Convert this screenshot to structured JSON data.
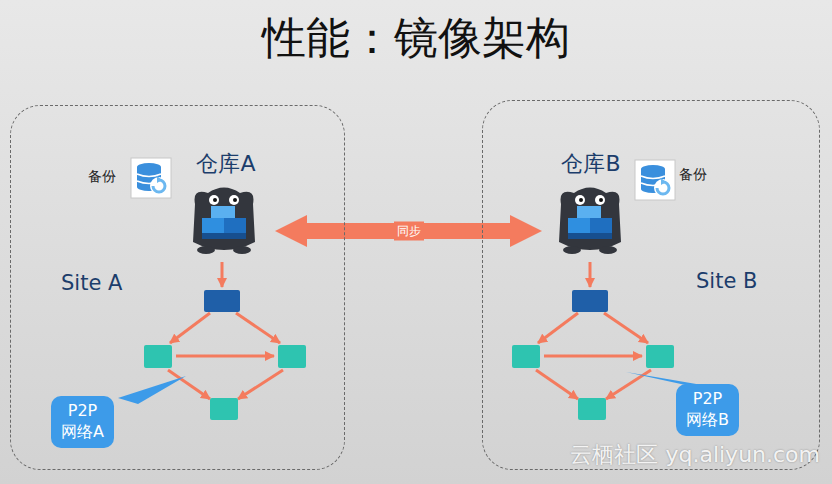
{
  "diagram": {
    "title": "性能：镜像架构",
    "nodes": [
      {
        "text": [
          "Site A"
        ]
      },
      {
        "text": [
          "仓库A"
        ],
        "in": 0
      },
      {
        "text": [
          "P2P 网络A"
        ],
        "in": 0
      },
      {
        "text": [
          "Site B"
        ]
      },
      {
        "text": [
          "仓库B"
        ],
        "in": 3
      },
      {
        "text": [
          "P2P 网络B"
        ],
        "in": 3
      }
    ],
    "edges": [
      {
        "from": 1,
        "to": 4,
        "label": "同步",
        "arrow": "both"
      }
    ],
    "labels": [
      "备份",
      "备份",
      "云栖社区 yq.aliyun.com"
    ]
  }
}
